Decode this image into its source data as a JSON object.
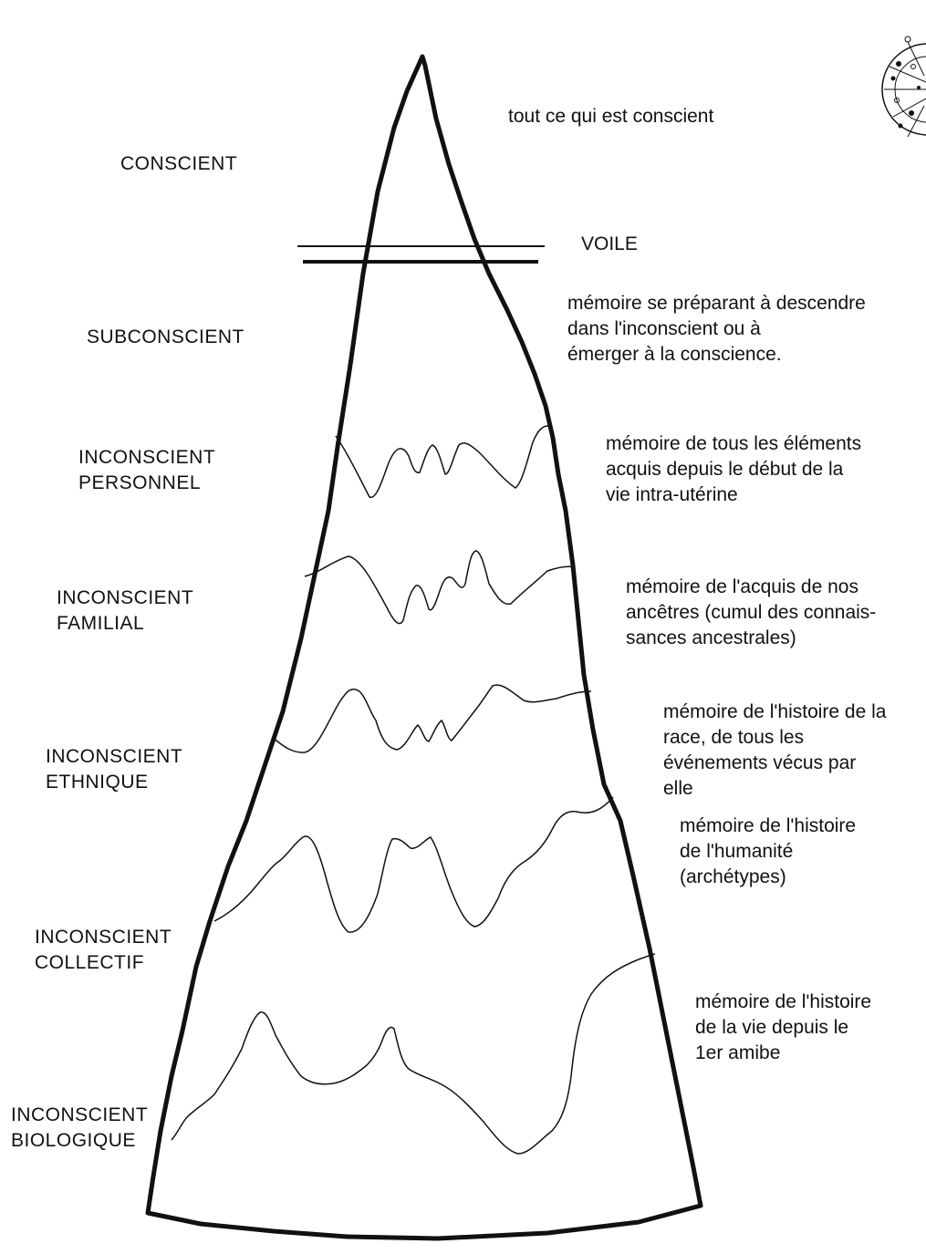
{
  "colors": {
    "ink": "#111111",
    "background": "#ffffff"
  },
  "levels_left": {
    "conscient": [
      "CONSCIENT"
    ],
    "subconscient": [
      "SUBCONSCIENT"
    ],
    "personnel": [
      "INCONSCIENT",
      "PERSONNEL"
    ],
    "familial": [
      "INCONSCIENT",
      "FAMILIAL"
    ],
    "ethnique": [
      "INCONSCIENT",
      "ETHNIQUE"
    ],
    "collectif": [
      "INCONSCIENT",
      "COLLECTIF"
    ],
    "biologique": [
      "INCONSCIENT",
      "BIOLOGIQUE"
    ]
  },
  "voile_label": "VOILE",
  "descriptions": {
    "conscient": [
      "tout ce qui est conscient"
    ],
    "subconscient": [
      "mémoire se préparant à descendre",
      "dans l'inconscient ou à",
      "émerger à la conscience."
    ],
    "personnel": [
      "mémoire de tous les éléments",
      "acquis depuis le début de la",
      "vie intra-utérine"
    ],
    "familial": [
      "mémoire de l'acquis de nos",
      "ancêtres (cumul des connais-",
      "sances ancestrales)"
    ],
    "ethnique": [
      "mémoire de l'histoire de la",
      "race, de tous les",
      "événements vécus par",
      "elle"
    ],
    "collectif": [
      "mémoire de l'histoire",
      "de l'humanité",
      "(archétypes)"
    ],
    "biologique": [
      "mémoire de l'histoire",
      "de la vie depuis le",
      "1er amibe"
    ]
  },
  "logo": {
    "icon": "zodiac-wheel-icon"
  }
}
